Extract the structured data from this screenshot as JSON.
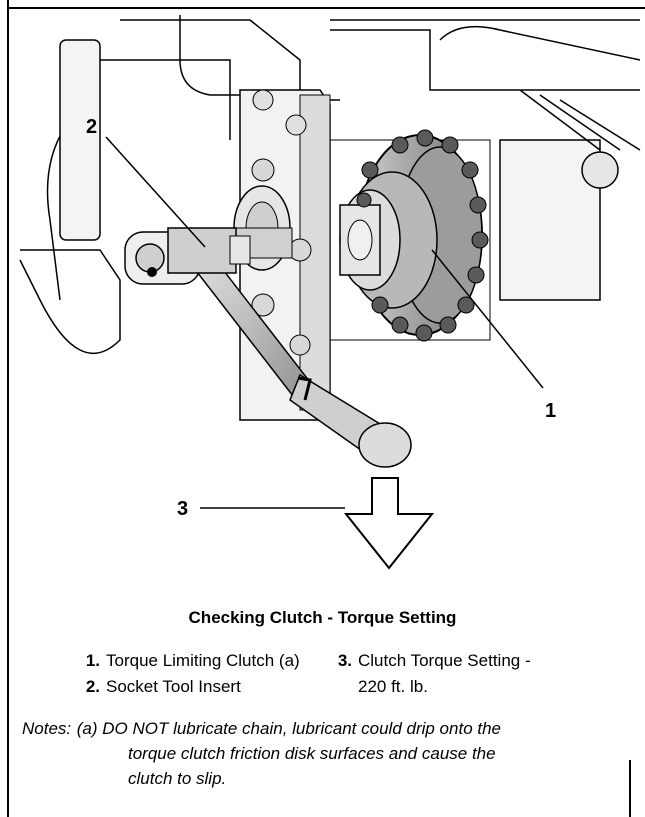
{
  "figure": {
    "callouts": {
      "c1": "1",
      "c2": "2",
      "c3": "3"
    },
    "caption": "Checking Clutch - Torque Setting"
  },
  "legend": {
    "left": [
      {
        "num": "1.",
        "text": "Torque Limiting Clutch (a)"
      },
      {
        "num": "2.",
        "text": "Socket Tool Insert"
      }
    ],
    "right": [
      {
        "num": "3.",
        "text": "Clutch Torque Setting -"
      }
    ],
    "right_continuation": "220 ft. lb."
  },
  "notes": {
    "label": "Notes:",
    "marker": "(a)",
    "lines": [
      "DO NOT lubricate chain, lubricant could drip onto the",
      "torque clutch friction disk surfaces and cause the",
      "clutch to slip."
    ]
  }
}
